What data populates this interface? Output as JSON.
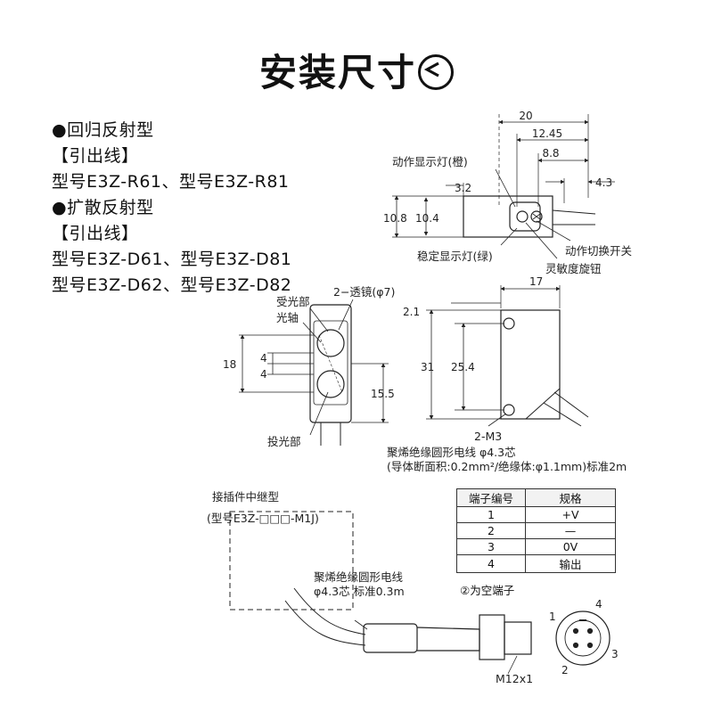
{
  "title": "安装尺寸",
  "title_icon": "circle-arrow-left-icon",
  "spec": {
    "line1": "●回归反射型",
    "line2": "【引出线】",
    "line3": "型号E3Z-R61、型号E3Z-R81",
    "line4": "●扩散反射型",
    "line5": "【引出线】",
    "line6": "型号E3Z-D61、型号E3Z-D81",
    "line7": "型号E3Z-D62、型号E3Z-D82"
  },
  "top_view": {
    "d20": "20",
    "d12_45": "12.45",
    "d8_8": "8.8",
    "d4_3": "4.3",
    "d3_2": "3.2",
    "d10_8": "10.8",
    "d10_4": "10.4",
    "op_led": "动作显示灯(橙)",
    "stable_led": "稳定显示灯(绿)",
    "mode_switch": "动作切换开关",
    "sens_knob": "灵敏度旋钮"
  },
  "front_view": {
    "receiver": "受光部",
    "optical_axis": "光轴",
    "lens": "2−透镜(φ7)",
    "d18": "18",
    "d4a": "4",
    "d4b": "4",
    "d15_5": "15.5",
    "emitter": "投光部"
  },
  "side_view": {
    "d17": "17",
    "d2_1": "2.1",
    "d31": "31",
    "d25_4": "25.4",
    "m3": "2-M3",
    "cable1": "聚烯绝缘圆形电线 φ4.3芯",
    "cable2": "(导体断面积:0.2mm²/绝缘体:φ1.1mm)标准2m"
  },
  "connector": {
    "type": "接插件中继型",
    "model": "(型号E3Z-□□□-M1J)",
    "cable1": "聚烯绝缘圆形电线",
    "cable2": "φ4.3芯 标准0.3m",
    "thread": "M12x1",
    "pin1": "1",
    "pin2": "2",
    "pin3": "3",
    "pin4": "4"
  },
  "terminal_table": {
    "headers": [
      "端子编号",
      "规格"
    ],
    "rows": [
      [
        "1",
        "+V"
      ],
      [
        "2",
        "—"
      ],
      [
        "3",
        "0V"
      ],
      [
        "4",
        "输出"
      ]
    ],
    "note": "②为空端子"
  }
}
